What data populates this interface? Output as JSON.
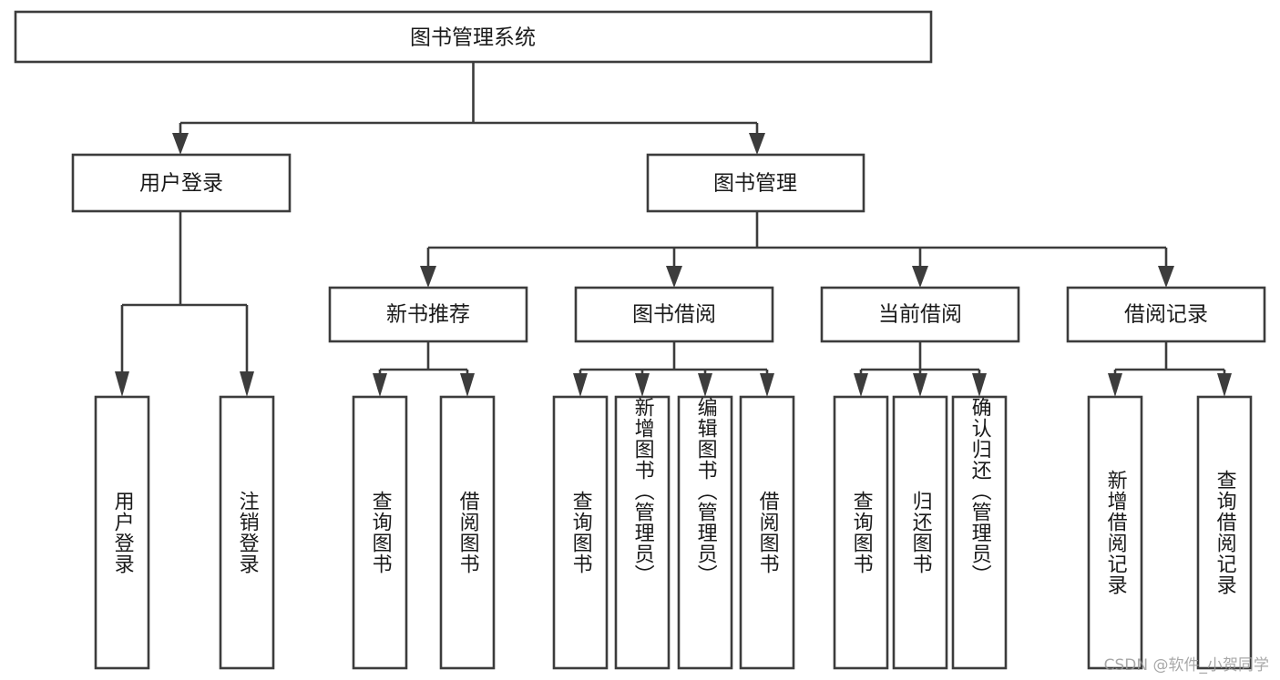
{
  "diagram": {
    "title": "图书管理系统",
    "type": "tree-hierarchy",
    "watermark": "CSDN @软件_小贺同学",
    "colors": {
      "stroke": "#3c3c3c",
      "fill": "#ffffff",
      "text": "#1a1a1a",
      "watermark": "#9a9a9a"
    },
    "nodes": {
      "root": {
        "label": "图书管理系统"
      },
      "level2": [
        {
          "label": "用户登录"
        },
        {
          "label": "图书管理"
        }
      ],
      "level3": [
        {
          "label": "新书推荐"
        },
        {
          "label": "图书借阅"
        },
        {
          "label": "当前借阅"
        },
        {
          "label": "借阅记录"
        }
      ],
      "leaves_user_login": [
        {
          "label": "用户登录"
        },
        {
          "label": "注销登录"
        }
      ],
      "leaves_new_book": [
        {
          "label": "查询图书"
        },
        {
          "label": "借阅图书"
        }
      ],
      "leaves_borrow": [
        {
          "label": "查询图书"
        },
        {
          "label": "新增图书（管理员）"
        },
        {
          "label": "编辑图书（管理员）"
        },
        {
          "label": "借阅图书"
        }
      ],
      "leaves_current": [
        {
          "label": "查询图书"
        },
        {
          "label": "归还图书"
        },
        {
          "label": "确认归还（管理员）"
        }
      ],
      "leaves_records": [
        {
          "label": "新增借阅记录"
        },
        {
          "label": "查询借阅记录"
        }
      ]
    }
  }
}
